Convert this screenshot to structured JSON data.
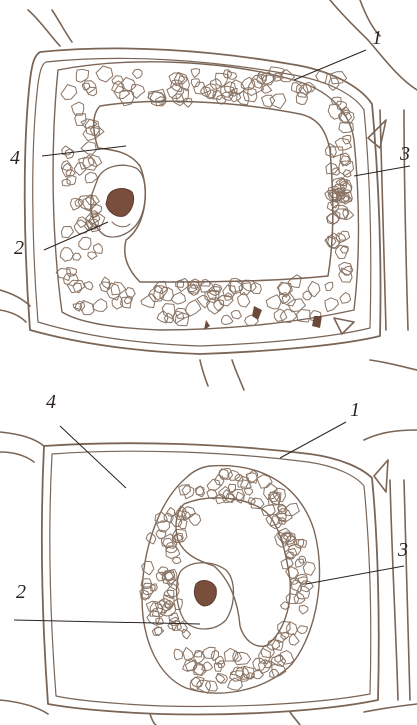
{
  "figure": {
    "colors": {
      "ink": "#6e5a4c",
      "wall": "#7a6556",
      "granule": "#8a7464",
      "nucleus": "#7a4e3c",
      "label": "#2b2320",
      "background": "#ffffff"
    },
    "top_panel": {
      "labels": {
        "cell_wall": "1",
        "nucleus": "2",
        "cytoplasm": "3",
        "vacuole": "4"
      }
    },
    "bottom_panel": {
      "labels": {
        "cell_wall": "1",
        "nucleus": "2",
        "cytoplasm": "3",
        "vacuole": "4"
      }
    }
  }
}
